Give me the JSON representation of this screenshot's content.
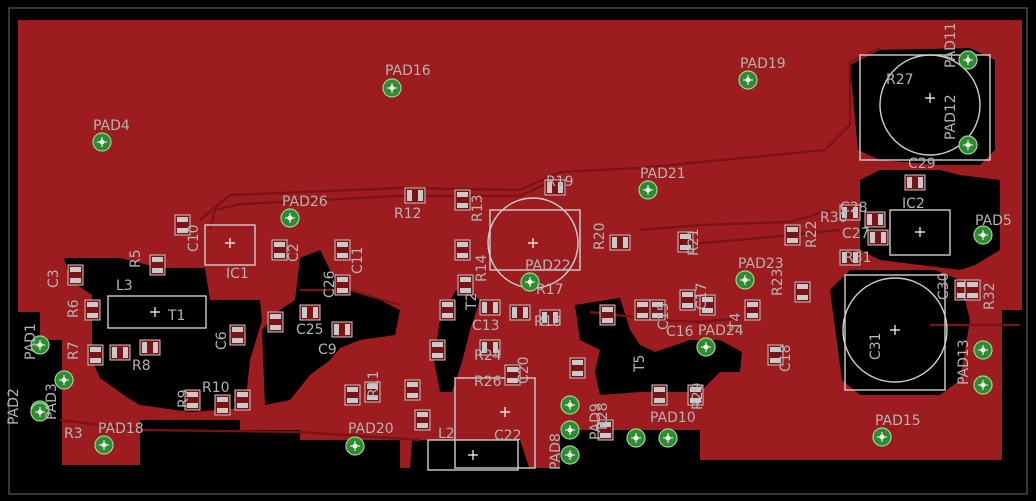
{
  "colors": {
    "background": "#000000",
    "copper": "#9c1c1f",
    "copper_dark": "#7a1216",
    "pad": "#2e8b2e",
    "silk": "#c8c8c8",
    "smd": "#c9c9c9"
  },
  "pads": [
    {
      "name": "PAD1",
      "label": "PAD1"
    },
    {
      "name": "PAD2",
      "label": "PAD2"
    },
    {
      "name": "PAD3",
      "label": "PAD3"
    },
    {
      "name": "PAD4",
      "label": "PAD4"
    },
    {
      "name": "PAD5",
      "label": "PAD5"
    },
    {
      "name": "PAD8",
      "label": "PAD8"
    },
    {
      "name": "PAD9",
      "label": "PAD9"
    },
    {
      "name": "PAD10",
      "label": "PAD10"
    },
    {
      "name": "PAD11",
      "label": "PAD11"
    },
    {
      "name": "PAD12",
      "label": "PAD12"
    },
    {
      "name": "PAD13",
      "label": "PAD13"
    },
    {
      "name": "PAD15",
      "label": "PAD15"
    },
    {
      "name": "PAD16",
      "label": "PAD16"
    },
    {
      "name": "PAD18",
      "label": "PAD18"
    },
    {
      "name": "PAD19",
      "label": "PAD19"
    },
    {
      "name": "PAD20",
      "label": "PAD20"
    },
    {
      "name": "PAD21",
      "label": "PAD21"
    },
    {
      "name": "PAD22",
      "label": "PAD22"
    },
    {
      "name": "PAD23",
      "label": "PAD23"
    },
    {
      "name": "PAD24",
      "label": "PAD24"
    },
    {
      "name": "PAD26",
      "label": "PAD26"
    }
  ],
  "components": {
    "resistors": [
      "R3",
      "R5",
      "R6",
      "R7",
      "R8",
      "R9",
      "R10",
      "R11",
      "R12",
      "R13",
      "R14",
      "R17",
      "R18",
      "R19",
      "R20",
      "R21",
      "R22",
      "R23",
      "R24",
      "R26",
      "R27",
      "R28",
      "R29",
      "R30",
      "R31",
      "R32"
    ],
    "capacitors": [
      "C2",
      "C3",
      "C6",
      "C9",
      "C10",
      "C11",
      "C13",
      "C15",
      "C16",
      "C17",
      "C18",
      "C20",
      "C22",
      "C25",
      "C26",
      "C27",
      "C28",
      "C29",
      "C30",
      "C31"
    ],
    "ics": [
      "IC1",
      "IC2"
    ],
    "inductors": [
      "L2",
      "L3"
    ],
    "transistors": [
      "T1",
      "T2",
      "T4",
      "T5"
    ]
  }
}
